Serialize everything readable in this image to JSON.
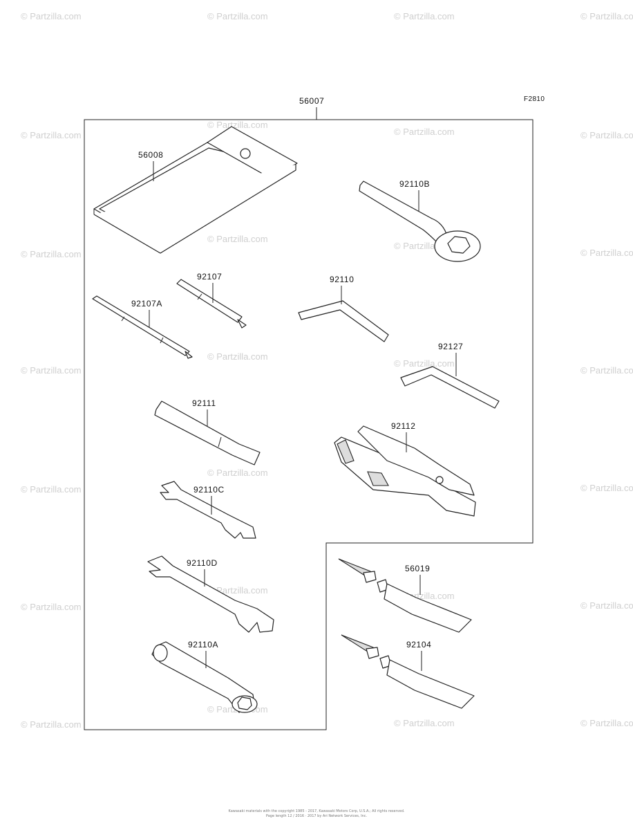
{
  "diagram": {
    "figure_code": "F2810",
    "kit": {
      "part_number": "56007"
    },
    "parts": [
      {
        "id": "pouch",
        "part_number": "56008"
      },
      {
        "id": "box-wrench-b",
        "part_number": "92110B"
      },
      {
        "id": "screwdriver-grip",
        "part_number": "92107"
      },
      {
        "id": "screwdriver-a",
        "part_number": "92107A"
      },
      {
        "id": "hex-wrench-large",
        "part_number": "92110"
      },
      {
        "id": "hex-wrench-small",
        "part_number": "92127"
      },
      {
        "id": "handle",
        "part_number": "92111"
      },
      {
        "id": "pliers",
        "part_number": "92112"
      },
      {
        "id": "open-wrench-c",
        "part_number": "92110C"
      },
      {
        "id": "open-wrench-d",
        "part_number": "92110D"
      },
      {
        "id": "tire-gauge-1",
        "part_number": "56019"
      },
      {
        "id": "tire-gauge-2",
        "part_number": "92104"
      },
      {
        "id": "plug-wrench",
        "part_number": "92110A"
      }
    ],
    "watermark_text": "© Partzilla.com",
    "copyright_lines": [
      "Kawasaki materials with the copyright 1985 - 2017, Kawasaki Motors Corp, U.S.A.; All rights reserved.",
      "Page length 12 / 2016 · 2017 by Ari Network Services, Inc."
    ]
  }
}
